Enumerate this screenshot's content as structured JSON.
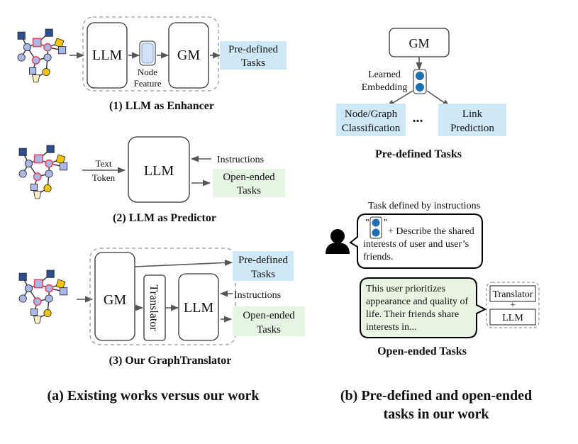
{
  "colors": {
    "pale_blue": "#cfe8f7",
    "pale_green": "#e6f4e4",
    "bubble_green": "#e9f5e3",
    "node_blue": "#1f6fb5",
    "graph_node": "#aab8e8",
    "graph_node_blue": "#2e4f8f",
    "graph_node_yellow": "#f1c40f",
    "graph_node_red": "#e04b5f"
  },
  "panel_a": {
    "enhancer": {
      "llm_label": "LLM",
      "node_feature_line1": "Node",
      "node_feature_line2": "Feature",
      "gm_label": "GM",
      "predefined_line1": "Pre-defined",
      "predefined_line2": "Tasks",
      "caption": "(1) LLM as Enhancer"
    },
    "predictor": {
      "text_token_line1": "Text",
      "text_token_line2": "Token",
      "llm_label": "LLM",
      "instructions": "Instructions",
      "openended_line1": "Open-ended",
      "openended_line2": "Tasks",
      "caption": "(2) LLM as Predictor"
    },
    "ours": {
      "gm_label": "GM",
      "translator_label": "Translator",
      "llm_label": "LLM",
      "predefined_line1": "Pre-defined",
      "predefined_line2": "Tasks",
      "instructions": "Instructions",
      "openended_line1": "Open-ended",
      "openended_line2": "Tasks",
      "caption": "(3) Our GraphTranslator"
    },
    "subtitle": "(a) Existing works versus our work"
  },
  "panel_b": {
    "gm_label": "GM",
    "learned_line1": "Learned",
    "learned_line2": "Embedding",
    "node_graph_line1": "Node/Graph",
    "node_graph_line2": "Classification",
    "ellipsis": "...",
    "link_line1": "Link",
    "link_line2": "Prediction",
    "predefined_caption": "Pre-defined Tasks",
    "task_defined": "Task defined by instructions",
    "instruction_quote_open": "\"",
    "instruction_quote_close": "\"",
    "instruction_line1": "+ Describe the shared",
    "instruction_line2": "interests of user and user’s",
    "instruction_line3": "friends.",
    "answer_line1": "This user prioritizes",
    "answer_line2": "appearance and quality of",
    "answer_line3": "life. Their friends share",
    "answer_line4": "interests in...",
    "translator_label": "Translator",
    "plus": "+",
    "llm_label": "LLM",
    "openended_caption": "Open-ended Tasks",
    "subtitle_line1": "(b) Pre-defined and open-ended",
    "subtitle_line2": "tasks in our work"
  }
}
